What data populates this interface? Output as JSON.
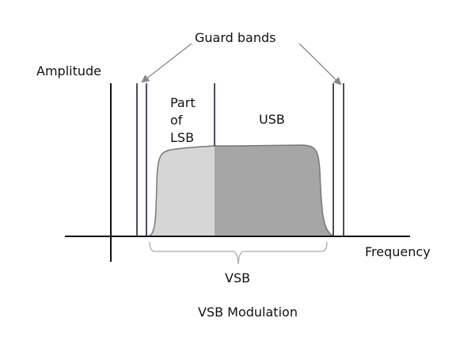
{
  "diagram": {
    "title": "VSB Modulation",
    "labels": {
      "guard_bands": "Guard bands",
      "amplitude": "Amplitude",
      "part_of_lsb": [
        "Part",
        "of",
        "LSB"
      ],
      "usb": "USB",
      "frequency": "Frequency",
      "vsb": "VSB"
    },
    "colors": {
      "lsb_fill": "#d6d6d6",
      "usb_fill": "#a6a6a6",
      "outline": "#777777",
      "lines": "#1a2233",
      "arrows": "#888888"
    }
  }
}
